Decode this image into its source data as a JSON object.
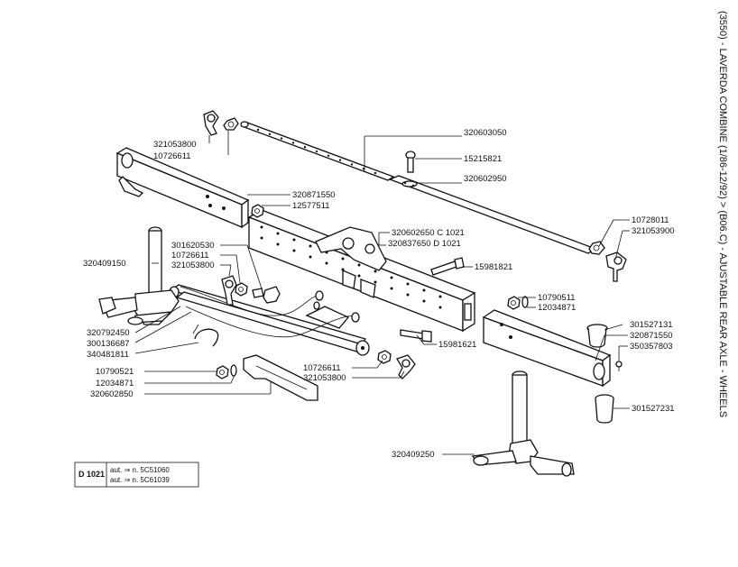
{
  "title": "(3550) - LAVERDA COMBINE (1/86-12/92) > (B06.C) - AJUSTABLE REAR AXLE - WHEELS",
  "parts": {
    "p_320603050": "320603050",
    "p_15215821": "15215821",
    "p_320602950": "320602950",
    "p_321053800_top": "321053800",
    "p_10726611_top": "10726611",
    "p_320871550_left": "320871550",
    "p_12577511": "12577511",
    "p_320602650": "320602650 C 1021",
    "p_320837650": "320837650 D 1021",
    "p_10728011": "10728011",
    "p_321053900": "321053900",
    "p_301620530": "301620530",
    "p_10726611_mid": "10726611",
    "p_321053800_mid": "321053800",
    "p_320409150": "320409150",
    "p_15981821": "15981821",
    "p_10790511": "10790511",
    "p_12034871_right": "12034871",
    "p_320792450": "320792450",
    "p_300136687": "300136687",
    "p_340481811": "340481811",
    "p_301527131": "301527131",
    "p_320871550_right": "320871550",
    "p_350357803": "350357803",
    "p_15981621": "15981621",
    "p_10790521": "10790521",
    "p_12034871_left": "12034871",
    "p_320602850": "320602850",
    "p_10726611_low": "10726611",
    "p_321053800_low": "321053800",
    "p_301527231": "301527231",
    "p_320409250": "320409250"
  },
  "legend": {
    "code": "D 1021",
    "line1": "aut. ⇒ n. 5C51060",
    "line2": "aut. ⇒ n. 5C61039"
  }
}
